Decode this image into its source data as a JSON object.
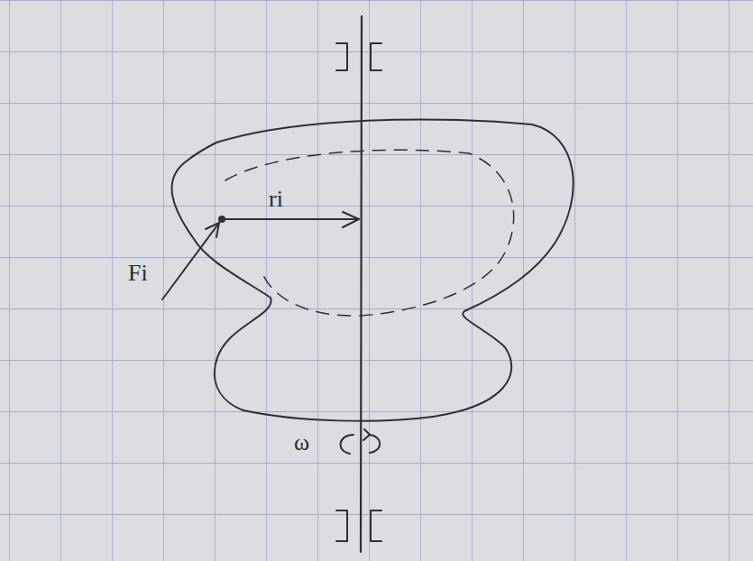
{
  "diagram": {
    "labels": [
      "ri",
      "Fi",
      "ω"
    ]
  }
}
